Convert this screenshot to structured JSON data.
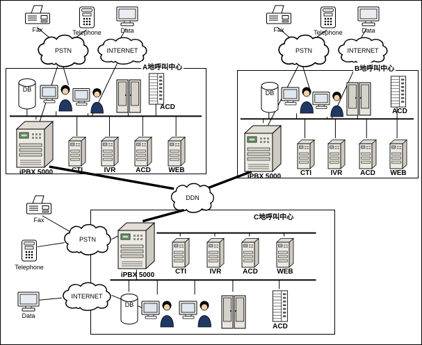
{
  "ddn": "DDN",
  "clusters": {
    "a": {
      "title": "A地呼叫中心",
      "fax": "Fax",
      "telephone": "Telephone",
      "data": "Data",
      "pstn": "PSTN",
      "internet": "INTERNET",
      "db": "DB",
      "acd": "ACD",
      "pbx": "iPBX 5000",
      "servers": [
        "CTI",
        "IVR",
        "ACD",
        "WEB"
      ]
    },
    "b": {
      "title": "B地呼叫中心",
      "fax": "Fax",
      "telephone": "Telephone",
      "data": "Data",
      "pstn": "PSTN",
      "internet": "INTERNET",
      "db": "DB",
      "acd": "ACD",
      "pbx": "iPBX 5000",
      "servers": [
        "CTI",
        "IVR",
        "ACD",
        "WEB"
      ]
    },
    "c": {
      "title": "C地呼叫中心",
      "fax": "Fax",
      "telephone": "Telephone",
      "data": "Data",
      "pstn": "PSTN",
      "internet": "INTERNET",
      "db": "DB",
      "acd": "ACD",
      "pbx": "iPBX 5000",
      "servers": [
        "CTI",
        "IVR",
        "ACD",
        "WEB"
      ]
    }
  }
}
